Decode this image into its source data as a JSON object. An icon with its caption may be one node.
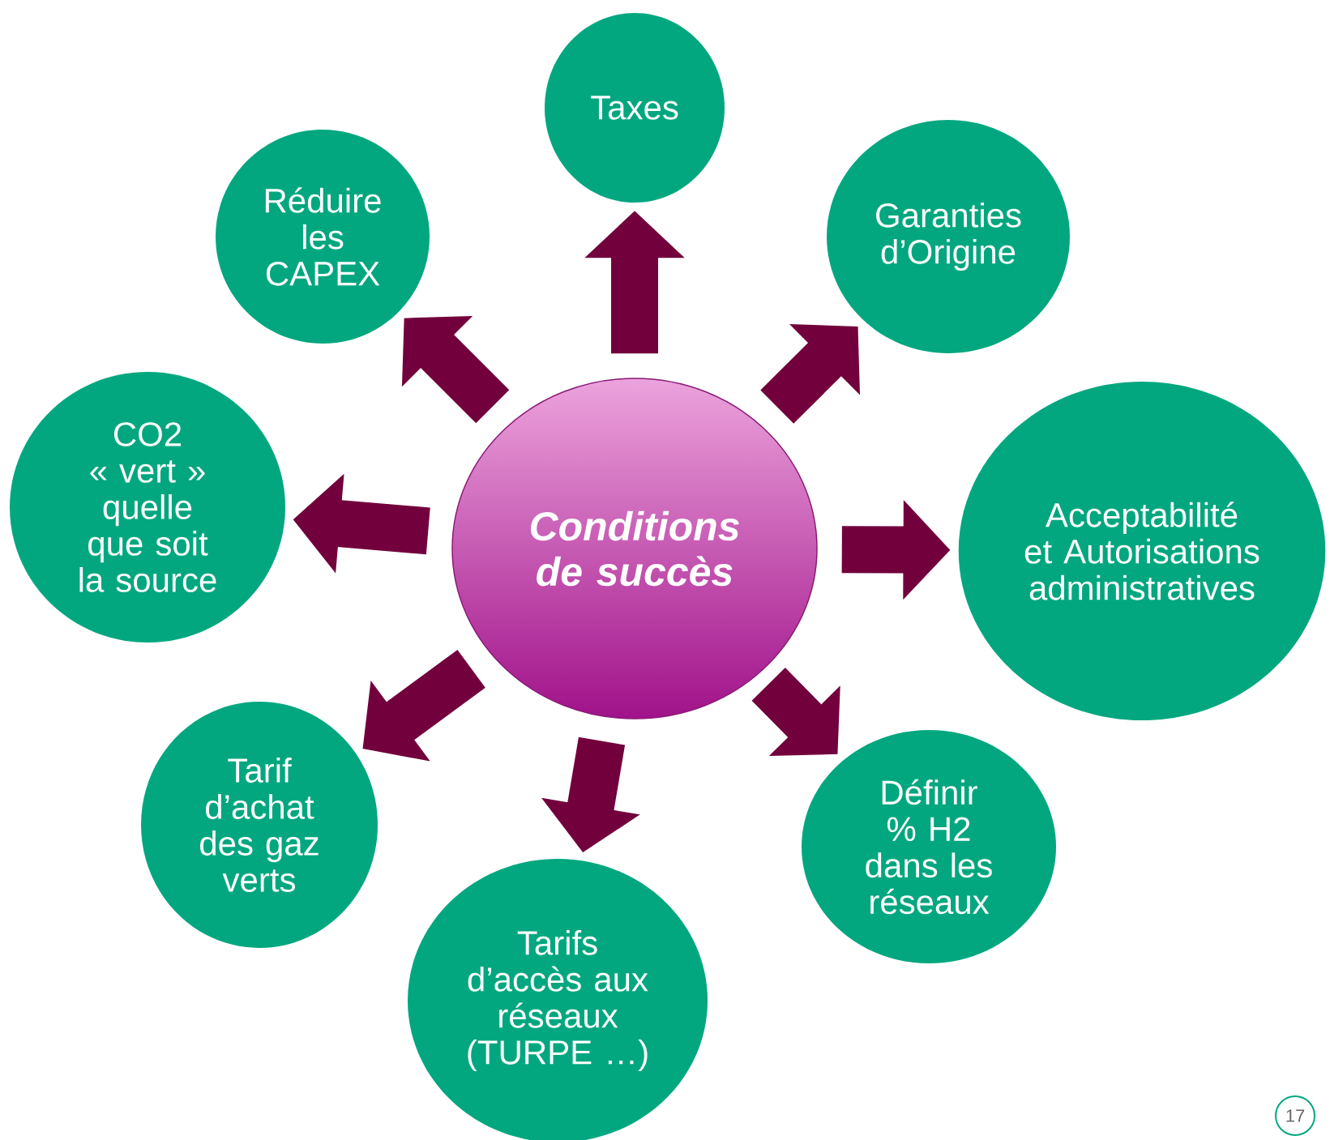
{
  "diagram": {
    "nodes": [
      {
        "text": [
          "Conditions de succès"
        ]
      },
      {
        "text": [
          "Taxes"
        ]
      },
      {
        "text": [
          "Garanties d’Origine"
        ]
      },
      {
        "text": [
          "Acceptabilité et Autorisations administratives"
        ]
      },
      {
        "text": [
          "Définir % H2 dans les réseaux"
        ]
      },
      {
        "text": [
          "Tarifs d’accès aux réseaux (TURPE …)"
        ]
      },
      {
        "text": [
          "Tarif d’achat des gaz verts"
        ]
      },
      {
        "text": [
          "CO2 « vert » quelle que soit la source"
        ]
      },
      {
        "text": [
          "Réduire les CAPEX"
        ]
      }
    ],
    "edges": [
      {
        "from": 0,
        "to": 1,
        "arrow": "to"
      },
      {
        "from": 0,
        "to": 2,
        "arrow": "to"
      },
      {
        "from": 0,
        "to": 3,
        "arrow": "to"
      },
      {
        "from": 0,
        "to": 4,
        "arrow": "to"
      },
      {
        "from": 0,
        "to": 5,
        "arrow": "to"
      },
      {
        "from": 0,
        "to": 6,
        "arrow": "to"
      },
      {
        "from": 0,
        "to": 7,
        "arrow": "to"
      },
      {
        "from": 0,
        "to": 8,
        "arrow": "to"
      }
    ],
    "labels": [
      "17"
    ]
  }
}
